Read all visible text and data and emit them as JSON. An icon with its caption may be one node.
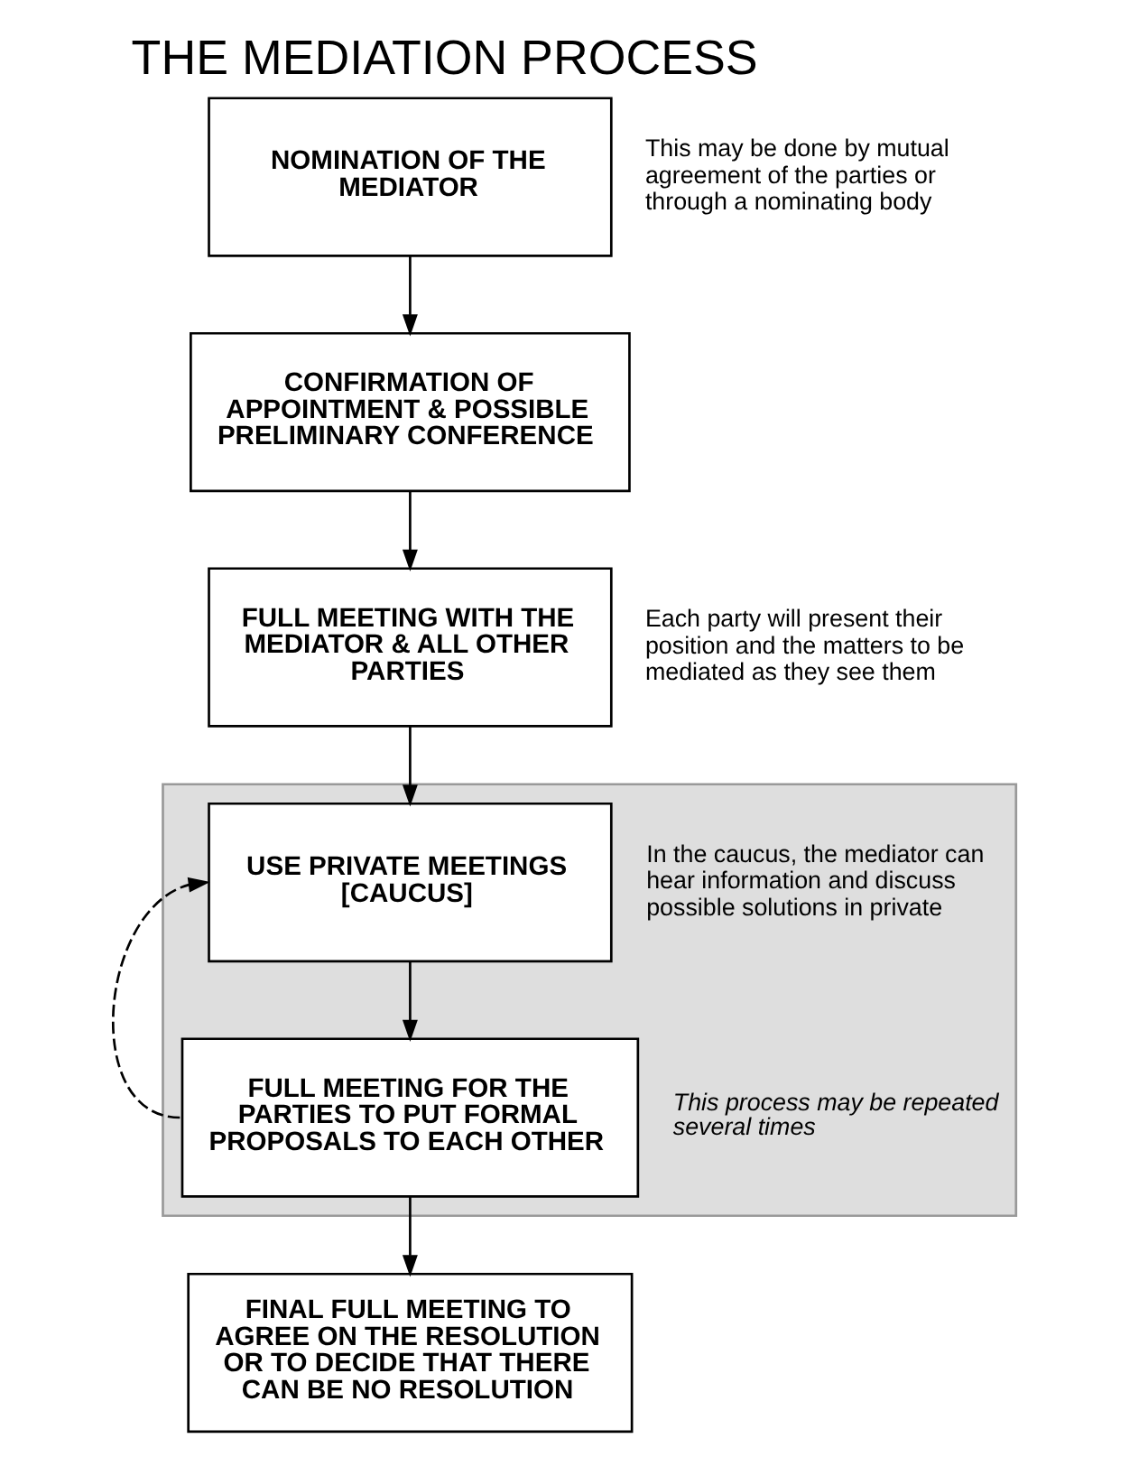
{
  "diagram": {
    "title": "THE MEDIATION PROCESS",
    "nodes": [
      {
        "text": [
          "NOMINATION OF THE MEDIATOR"
        ],
        "beside": [
          "This may be done by mutual agreement of the parties or through a nominating body"
        ]
      },
      {
        "text": [
          "CONFIRMATION OF APPOINTMENT & POSSIBLE PRELIMINARY CONFERENCE"
        ]
      },
      {
        "text": [
          "FULL MEETING WITH THE MEDIATOR & ALL OTHER PARTIES"
        ],
        "beside": [
          "Each party will present their position and the matters to be mediated as they see them"
        ]
      },
      {
        "text": [],
        "shape": "box"
      },
      {
        "text": [
          "USE PRIVATE MEETINGS [CAUCUS]"
        ],
        "in": 3,
        "beside": [
          "In the caucus, the mediator can hear information and discuss possible solutions in private"
        ]
      },
      {
        "text": [
          "FULL MEETING FOR THE PARTIES TO PUT FORMAL PROPOSALS TO EACH OTHER"
        ],
        "in": 3,
        "beside": [
          "This process may be repeated several times"
        ]
      },
      {
        "text": [
          "FINAL FULL MEETING TO AGREE ON THE RESOLUTION OR TO DECIDE THAT THERE CAN BE NO RESOLUTION"
        ]
      }
    ],
    "edges": [
      {
        "from": 0,
        "to": 1,
        "arrow": "to"
      },
      {
        "from": 1,
        "to": 2,
        "arrow": "to"
      },
      {
        "from": 2,
        "to": 4,
        "arrow": "to"
      },
      {
        "from": 4,
        "to": 5,
        "arrow": "to"
      },
      {
        "from": 5,
        "to": 6,
        "arrow": "to"
      },
      {
        "from": 5,
        "to": 4,
        "arrow": "to",
        "style": "dashed"
      }
    ]
  }
}
